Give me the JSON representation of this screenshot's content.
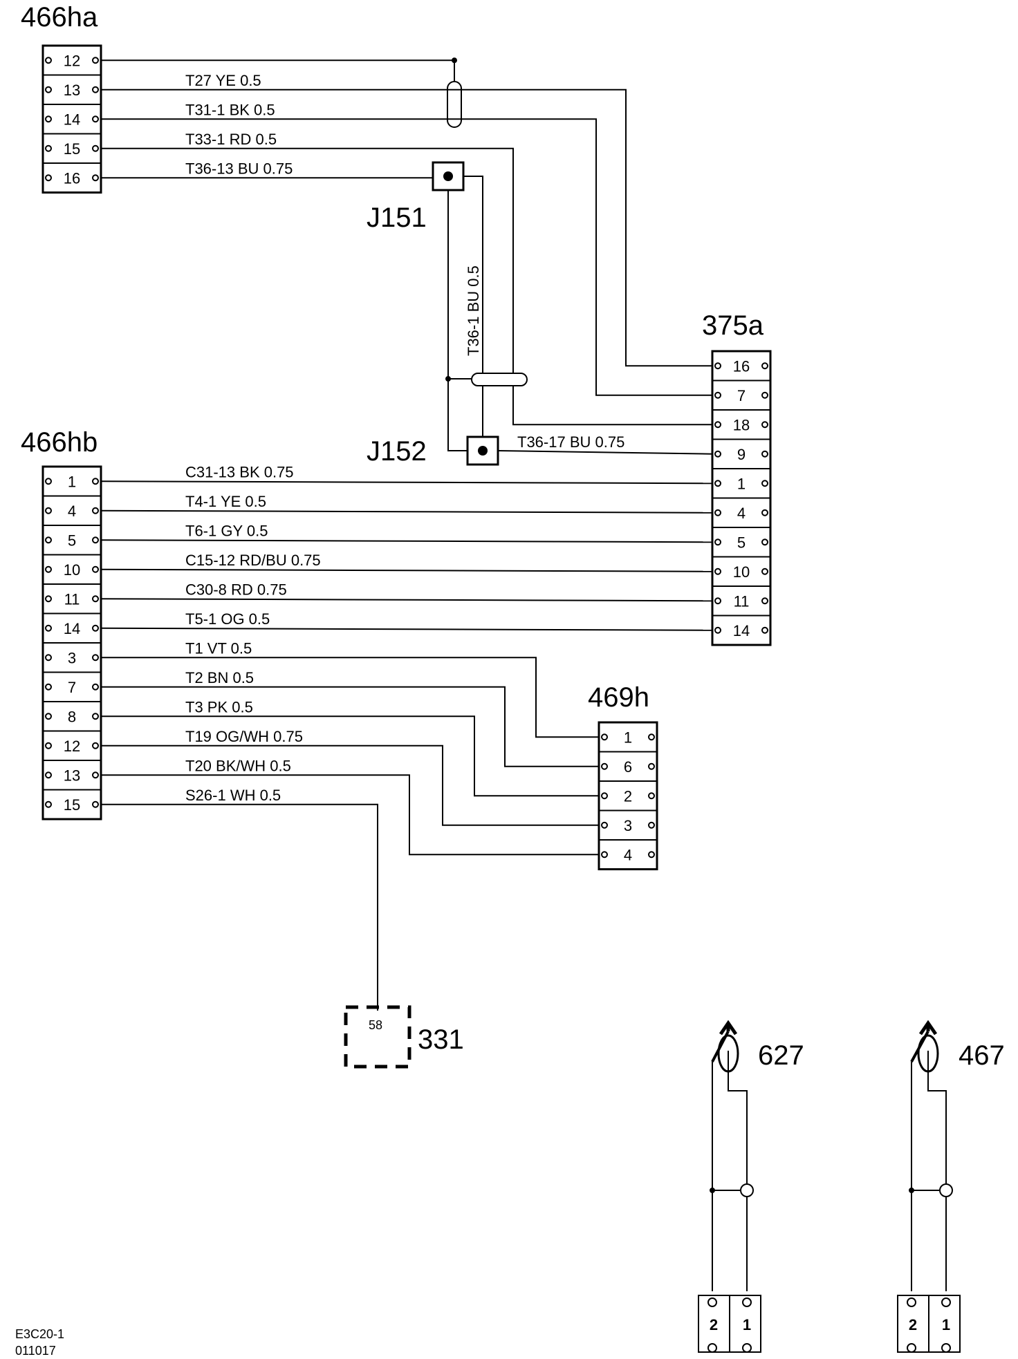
{
  "connectors": {
    "c466ha": {
      "title": "466ha",
      "pins": [
        "12",
        "13",
        "14",
        "15",
        "16"
      ]
    },
    "c466hb": {
      "title": "466hb",
      "pins": [
        "1",
        "4",
        "5",
        "10",
        "11",
        "14",
        "3",
        "7",
        "8",
        "12",
        "13",
        "15"
      ]
    },
    "c375a": {
      "title": "375a",
      "pins": [
        "16",
        "7",
        "18",
        "9",
        "1",
        "4",
        "5",
        "10",
        "11",
        "14"
      ]
    },
    "c469h": {
      "title": "469h",
      "pins": [
        "1",
        "6",
        "2",
        "3",
        "4"
      ]
    }
  },
  "splices": {
    "j151": "J151",
    "j152": "J152"
  },
  "wires_top": [
    {
      "label": "T27   YE   0.5"
    },
    {
      "label": "T31-1  BK   0.5"
    },
    {
      "label": "T33-1   RD   0.5"
    },
    {
      "label": "T36-13  BU   0.75"
    }
  ],
  "vertical_wire": {
    "label": "T36-1  BU  0.5"
  },
  "wire_j152_375a": {
    "label": "T36-17  BU   0.75"
  },
  "wires_mid": [
    {
      "label": "C31-13 BK   0.75"
    },
    {
      "label": "T4-1   YE   0.5"
    },
    {
      "label": "T6-1   GY   0.5"
    },
    {
      "label": "C15-12 RD/BU 0.75"
    },
    {
      "label": "C30-8   RD   0.75"
    },
    {
      "label": "T5-1   OG   0.5"
    }
  ],
  "wires_low": [
    {
      "label": "T1    VT    0.5"
    },
    {
      "label": "T2    BN    0.5"
    },
    {
      "label": "T3    PK    0.5"
    },
    {
      "label": "T19   OG/WH 0.75"
    },
    {
      "label": "T20    BK/WH  0.5"
    },
    {
      "label": "S26-1    WH   0.5"
    }
  ],
  "component_331": {
    "pin": "58",
    "title": "331"
  },
  "antenna_627": {
    "title": "627",
    "pins": [
      "2",
      "1"
    ]
  },
  "antenna_467": {
    "title": "467",
    "pins": [
      "2",
      "1"
    ]
  },
  "footer": {
    "code": "E3C20-1",
    "date": "011017"
  }
}
